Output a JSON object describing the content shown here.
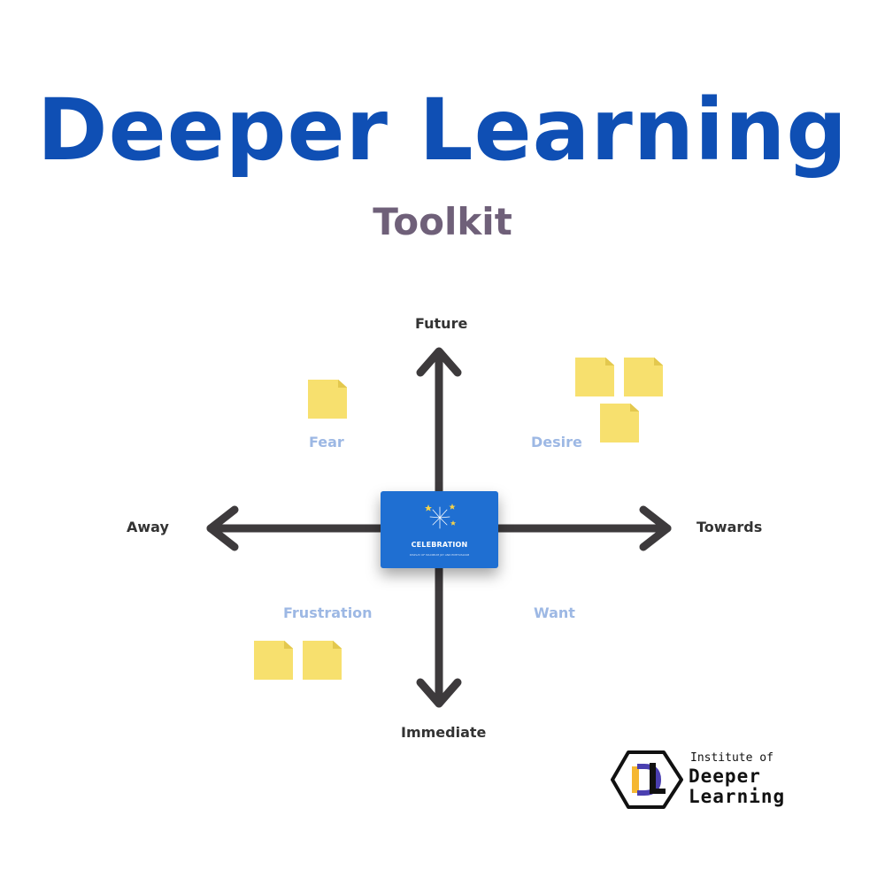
{
  "header": {
    "title": "Deeper Learning",
    "subtitle": "Toolkit"
  },
  "diagram": {
    "axes": {
      "top": "Future",
      "bottom": "Immediate",
      "left": "Away",
      "right": "Towards"
    },
    "quadrants": {
      "top_left": "Fear",
      "top_right": "Desire",
      "bottom_left": "Frustration",
      "bottom_right": "Want"
    },
    "card": {
      "title": "CELEBRATION",
      "subtitle": "DISPLAY OF MAXIMUM JOY AND ENTHUSIASM"
    },
    "colors": {
      "axis": "#3d3a3c",
      "card": "#1f6fd2",
      "sticky_note": "#f7e06e",
      "quadrant_label": "#9db8e4"
    }
  },
  "logo": {
    "line1": "Institute of",
    "line2": "Deeper",
    "line3": "Learning"
  },
  "colors": {
    "title": "#0f4fb4",
    "subtitle": "#6f6079"
  }
}
